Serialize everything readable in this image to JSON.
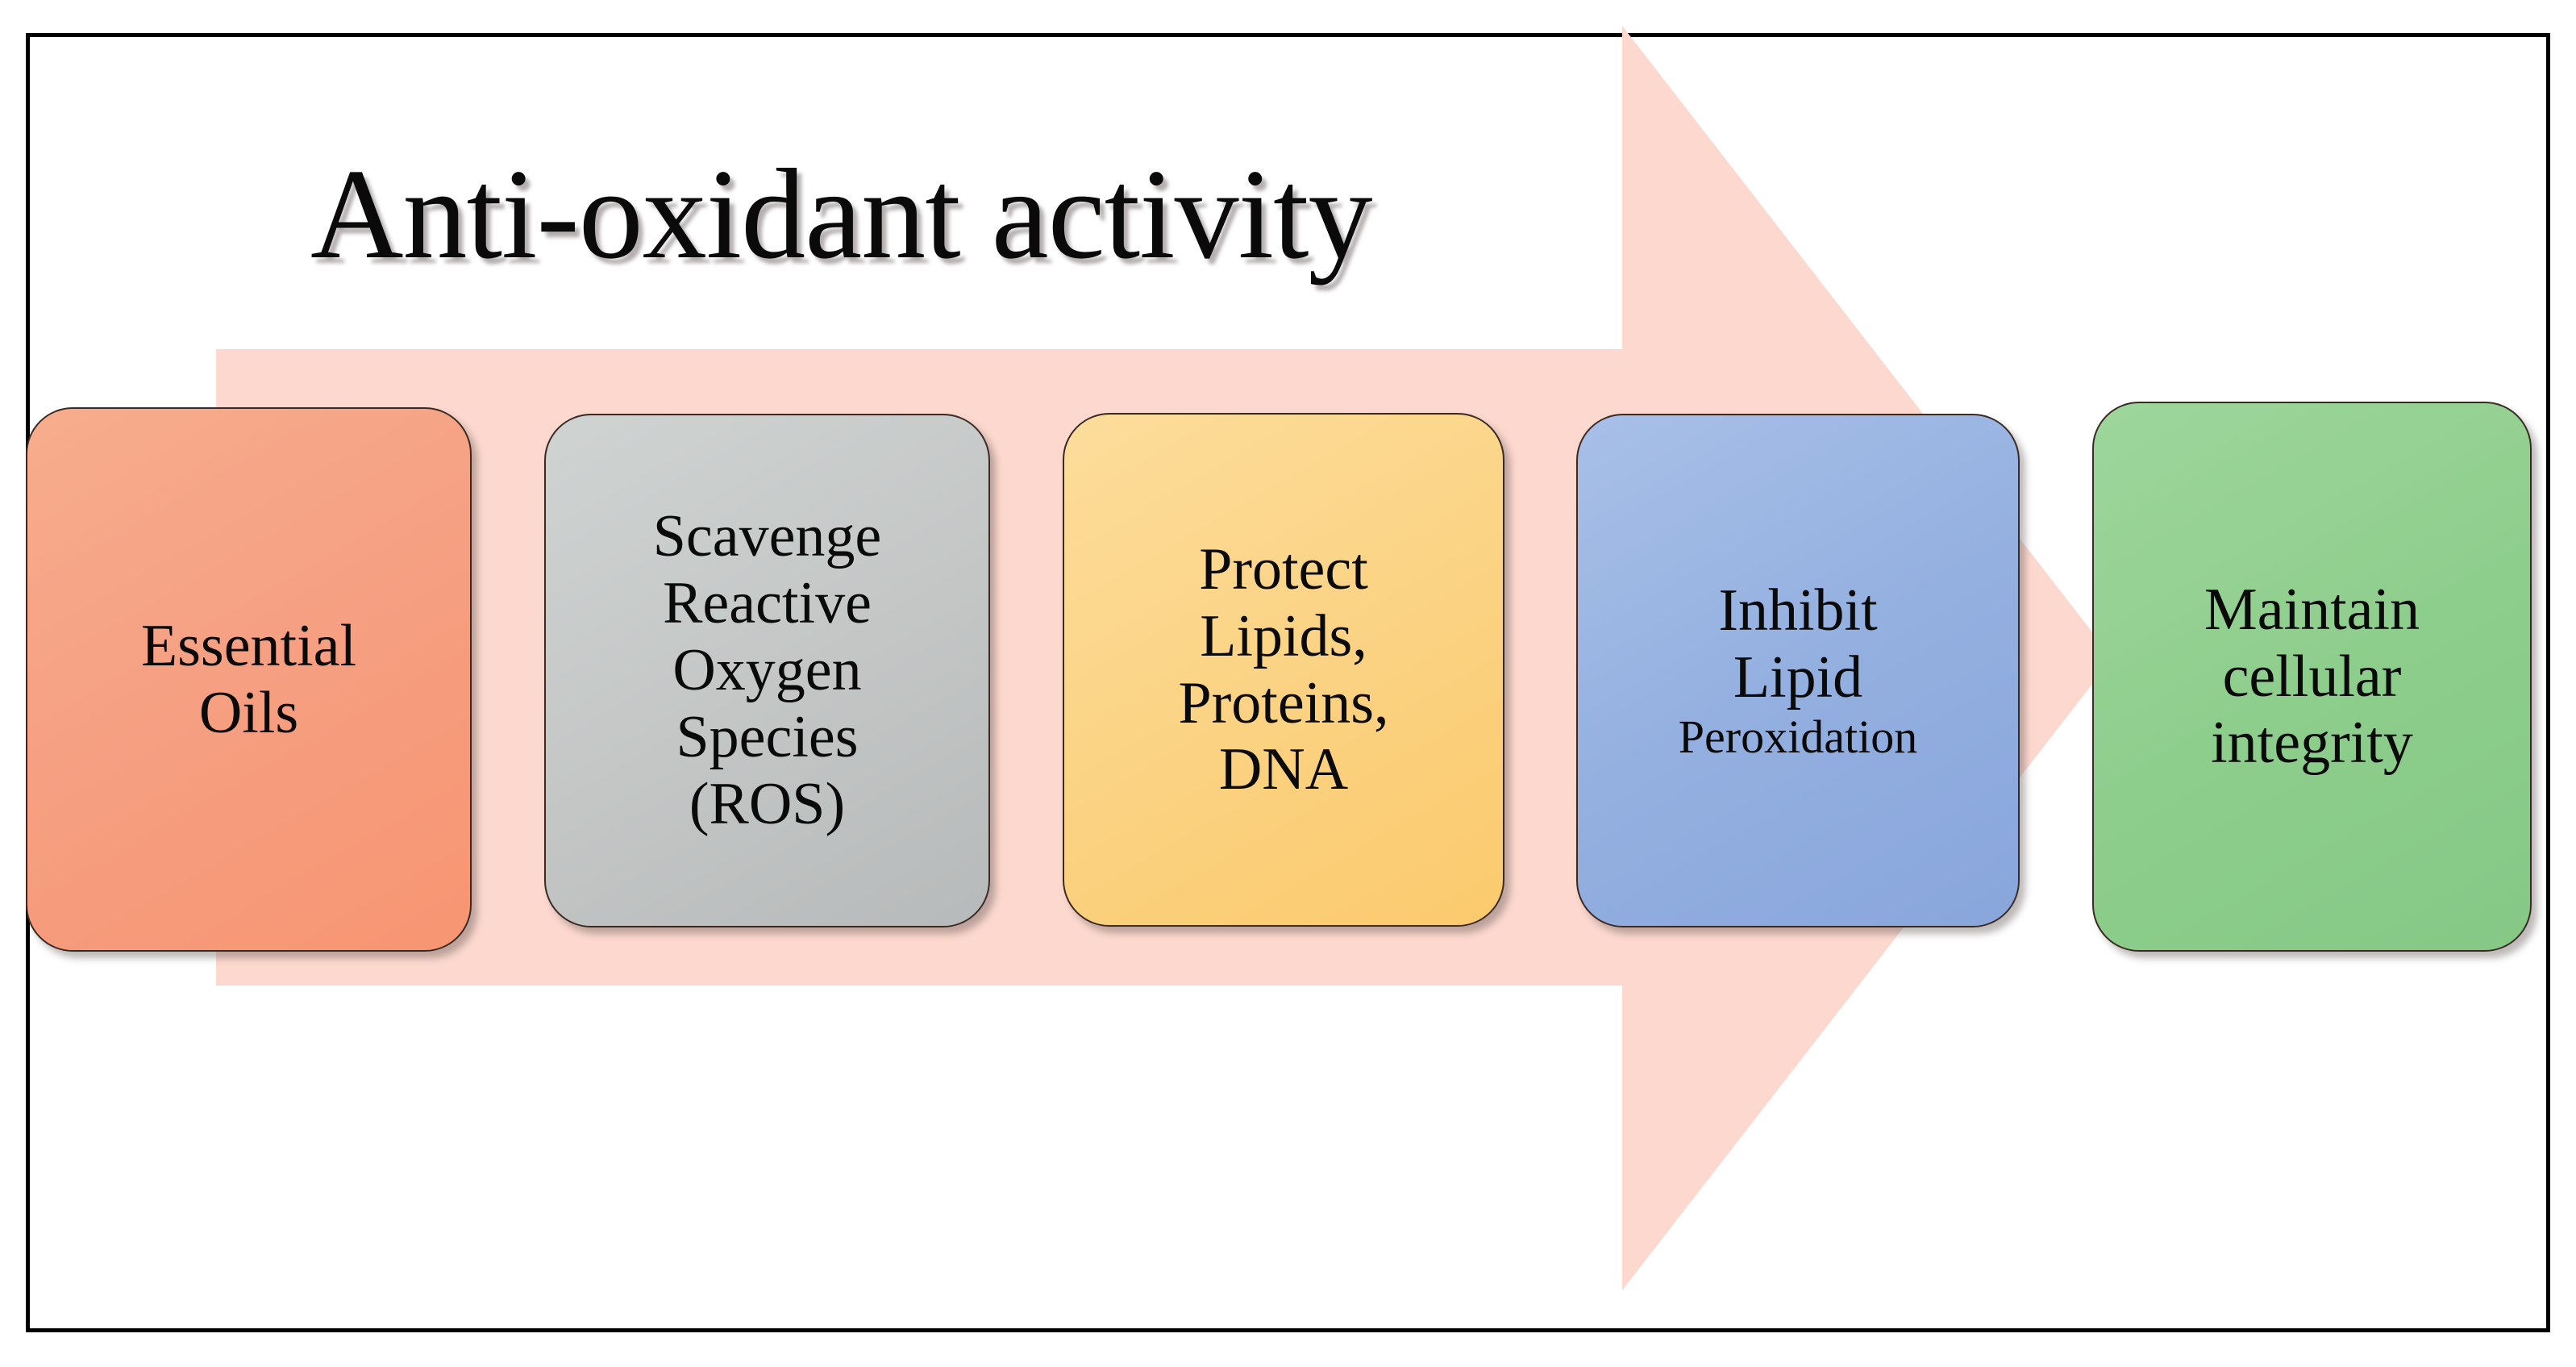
{
  "figure": {
    "title": "Anti-oxidant activity",
    "type": "process-flow-diagram",
    "frame_border_color": "#000000",
    "background_color": "#FFFFFF"
  },
  "arrow": {
    "name": "right-pointing-process-arrow",
    "fill_color": "#FCD8CE",
    "direction": "right"
  },
  "flow": {
    "steps": [
      {
        "id": "essential-oils",
        "color": "#F6A083",
        "lines": [
          "Essential",
          "Oils"
        ],
        "lines_small": []
      },
      {
        "id": "scavenge-ros",
        "color": "#C4C7C6",
        "lines": [
          "Scavenge",
          "Reactive",
          "Oxygen",
          "Species",
          "(ROS)"
        ],
        "lines_small": []
      },
      {
        "id": "protect-macromolecules",
        "color": "#FBD384",
        "lines": [
          "Protect",
          "Lipids,",
          "Proteins,",
          "DNA"
        ],
        "lines_small": []
      },
      {
        "id": "inhibit-lipid-peroxidation",
        "color": "#94B0E0",
        "lines": [
          "Inhibit",
          "Lipid"
        ],
        "lines_small": [
          "Peroxidation"
        ]
      },
      {
        "id": "maintain-integrity",
        "color": "#8ECE8D",
        "lines": [
          "Maintain",
          "cellular",
          "integrity"
        ],
        "lines_small": []
      }
    ]
  }
}
